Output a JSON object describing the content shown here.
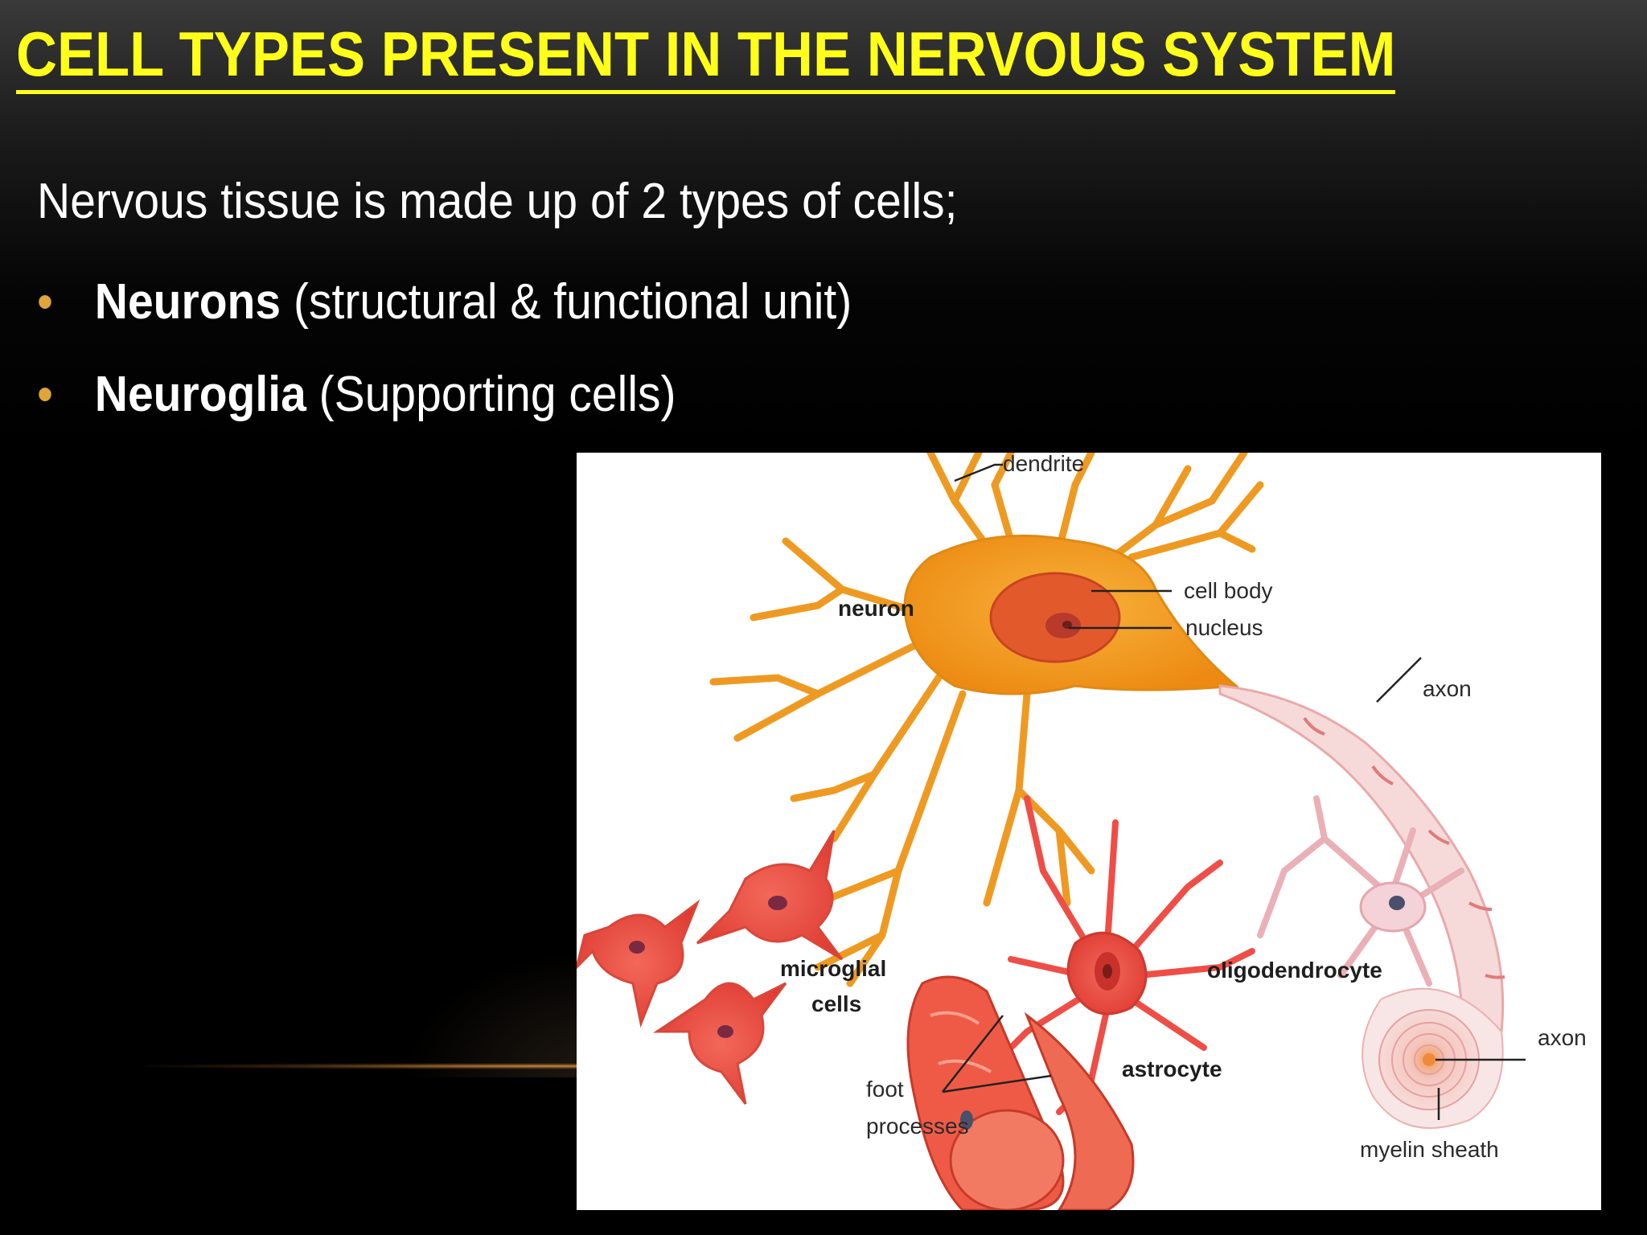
{
  "slide": {
    "title": "CELL TYPES PRESENT IN THE NERVOUS SYSTEM",
    "intro": "Nervous tissue is made up of 2 types of cells;",
    "bullets": [
      {
        "term": "Neurons",
        "desc": " (structural & functional unit)"
      },
      {
        "term": "Neuroglia",
        "desc": " (Supporting cells)"
      }
    ]
  },
  "diagram": {
    "labels": {
      "dendrite": "dendrite",
      "neuron": "neuron",
      "cell_body": "cell body",
      "nucleus": "nucleus",
      "axon_top": "axon",
      "microglial_1": "microglial",
      "microglial_2": "cells",
      "oligodendrocyte": "oligodendrocyte",
      "axon_bottom": "axon",
      "astrocyte": "astrocyte",
      "foot_1": "foot",
      "foot_2": "processes",
      "myelin_sheath": "myelin sheath"
    }
  },
  "colors": {
    "title": "#ffff1a",
    "bullet": "#e0a43a",
    "neuron_fill": "#f5a623",
    "glia_fill": "#e8463c"
  }
}
